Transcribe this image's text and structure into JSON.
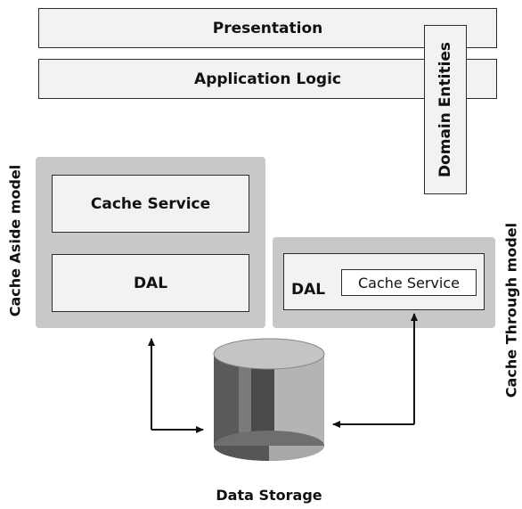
{
  "layers": {
    "presentation": "Presentation",
    "application_logic": "Application Logic",
    "domain_entities": "Domain Entities"
  },
  "cache_aside": {
    "label": "Cache Aside model",
    "cache_service": "Cache Service",
    "dal": "DAL"
  },
  "cache_through": {
    "label": "Cache Through model",
    "dal": "DAL",
    "cache_service": "Cache Service"
  },
  "storage": {
    "label": "Data Storage"
  }
}
